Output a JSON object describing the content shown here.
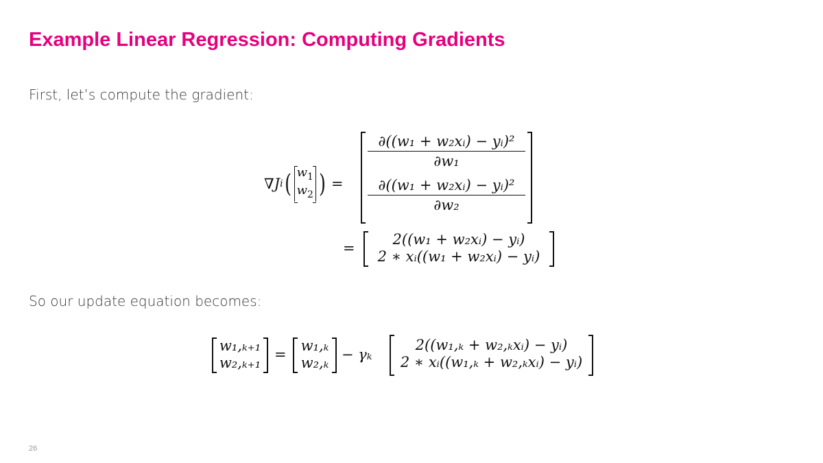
{
  "slide": {
    "title": "Example Linear Regression: Computing Gradients",
    "intro_text": "First, let’s compute the gradient:",
    "update_text": "So our update equation becomes:",
    "slide_number": "26",
    "accent_color": "#E6007E"
  },
  "equations": {
    "gradient": {
      "lhs_nabla": "∇",
      "lhs_J": "J",
      "lhs_sub": "i",
      "lhs_vec": [
        "w",
        "w"
      ],
      "lhs_vec_subs": [
        "1",
        "2"
      ],
      "equals": "=",
      "row1_num": "∂((w₁ + w₂xᵢ) − yᵢ)²",
      "row1_den": "∂w₁",
      "row2_num": "∂((w₁ + w₂xᵢ) − yᵢ)²",
      "row2_den": "∂w₂"
    },
    "gradient_simplified": {
      "equals": "=",
      "row1": "2((w₁ + w₂xᵢ) − yᵢ)",
      "row2": "2 ∗ xᵢ((w₁ + w₂xᵢ) − yᵢ)"
    },
    "update": {
      "lhs_row1": "w₁,ₖ₊₁",
      "lhs_row2": "w₂,ₖ₊₁",
      "equals": "=",
      "prev_row1": "w₁,ₖ",
      "prev_row2": "w₂,ₖ",
      "minus_gamma": "− γₖ",
      "grad_row1": "2((w₁,ₖ + w₂,ₖxᵢ) − yᵢ)",
      "grad_row2": "2 ∗ xᵢ((w₁,ₖ + w₂,ₖxᵢ) − yᵢ)"
    }
  }
}
